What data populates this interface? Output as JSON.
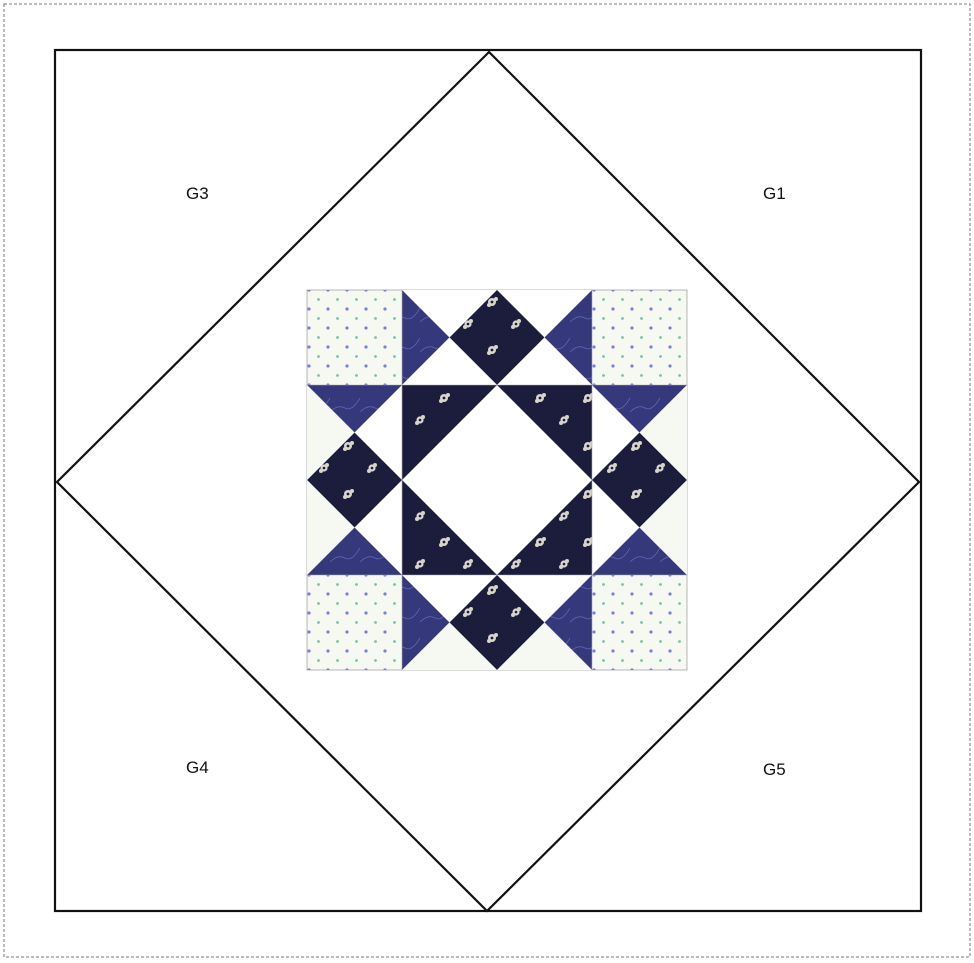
{
  "labels": {
    "g1": "G1",
    "g3": "G3",
    "g4": "G4",
    "g5": "G5"
  },
  "colors": {
    "outline": "#111111",
    "navy": "#1c1d3c",
    "royal_blue": "#35397c",
    "background_print": "#f6f8f2",
    "dot_blue": "#7b7ee0",
    "dot_green": "#70c8a0",
    "flower": "#d8d6c8"
  }
}
